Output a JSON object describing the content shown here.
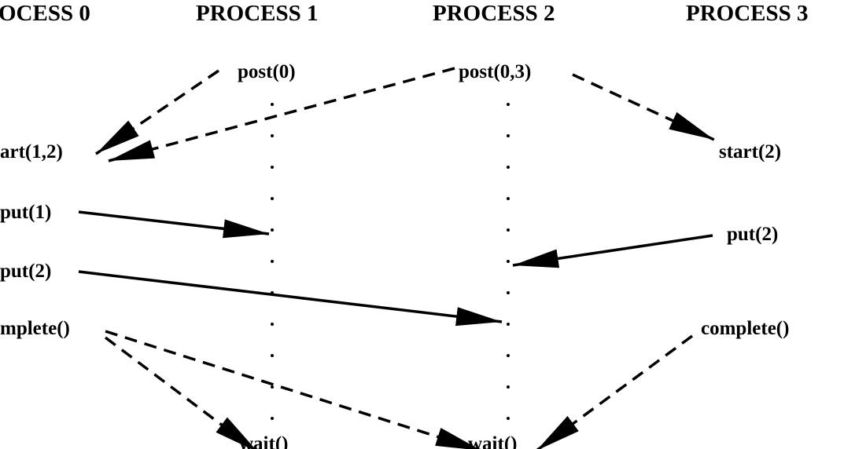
{
  "headers": {
    "p0": "OCESS 0",
    "p1": "PROCESS 1",
    "p2": "PROCESS 2",
    "p3": "PROCESS 3"
  },
  "labels": {
    "p1_post": "post(0)",
    "p2_post": "post(0,3)",
    "p0_start": "art(1,2)",
    "p3_start": "start(2)",
    "p0_put1": "put(1)",
    "p0_put2": "put(2)",
    "p3_put2": "put(2)",
    "p0_complete": "mplete()",
    "p3_complete": "complete()",
    "p1_wait": "wait()",
    "p2_wait": "wait()"
  },
  "colors": {
    "ink": "#000000",
    "background": "#ffffff"
  }
}
